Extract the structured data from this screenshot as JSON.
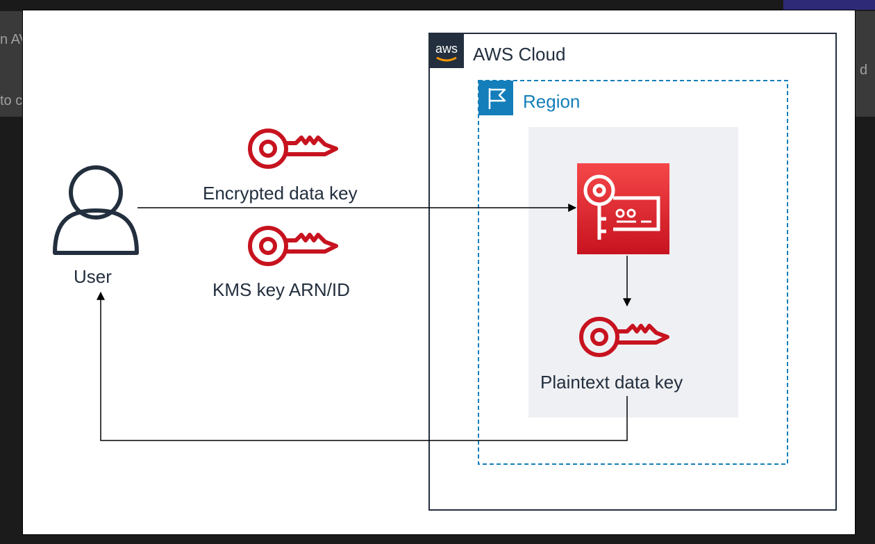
{
  "background": {
    "left_text_1": "n AV",
    "left_text_2": "to c",
    "right_text_1": "d"
  },
  "diagram": {
    "aws_cloud_label": "AWS Cloud",
    "aws_logo_text": "aws",
    "region_label": "Region",
    "user_label": "User",
    "encrypted_key_label": "Encrypted data key",
    "kms_key_label": "KMS key ARN/ID",
    "plaintext_key_label": "Plaintext data key",
    "colors": {
      "key_red": "#c7131f",
      "kms_gradient_top": "#f54749",
      "kms_gradient_bottom": "#c7131f",
      "region_blue": "#147eba",
      "aws_dark": "#232f3e",
      "group_gray": "#eff0f3"
    },
    "icons": [
      "user-icon",
      "key-icon",
      "kms-icon",
      "aws-logo-icon",
      "region-flag-icon"
    ]
  }
}
